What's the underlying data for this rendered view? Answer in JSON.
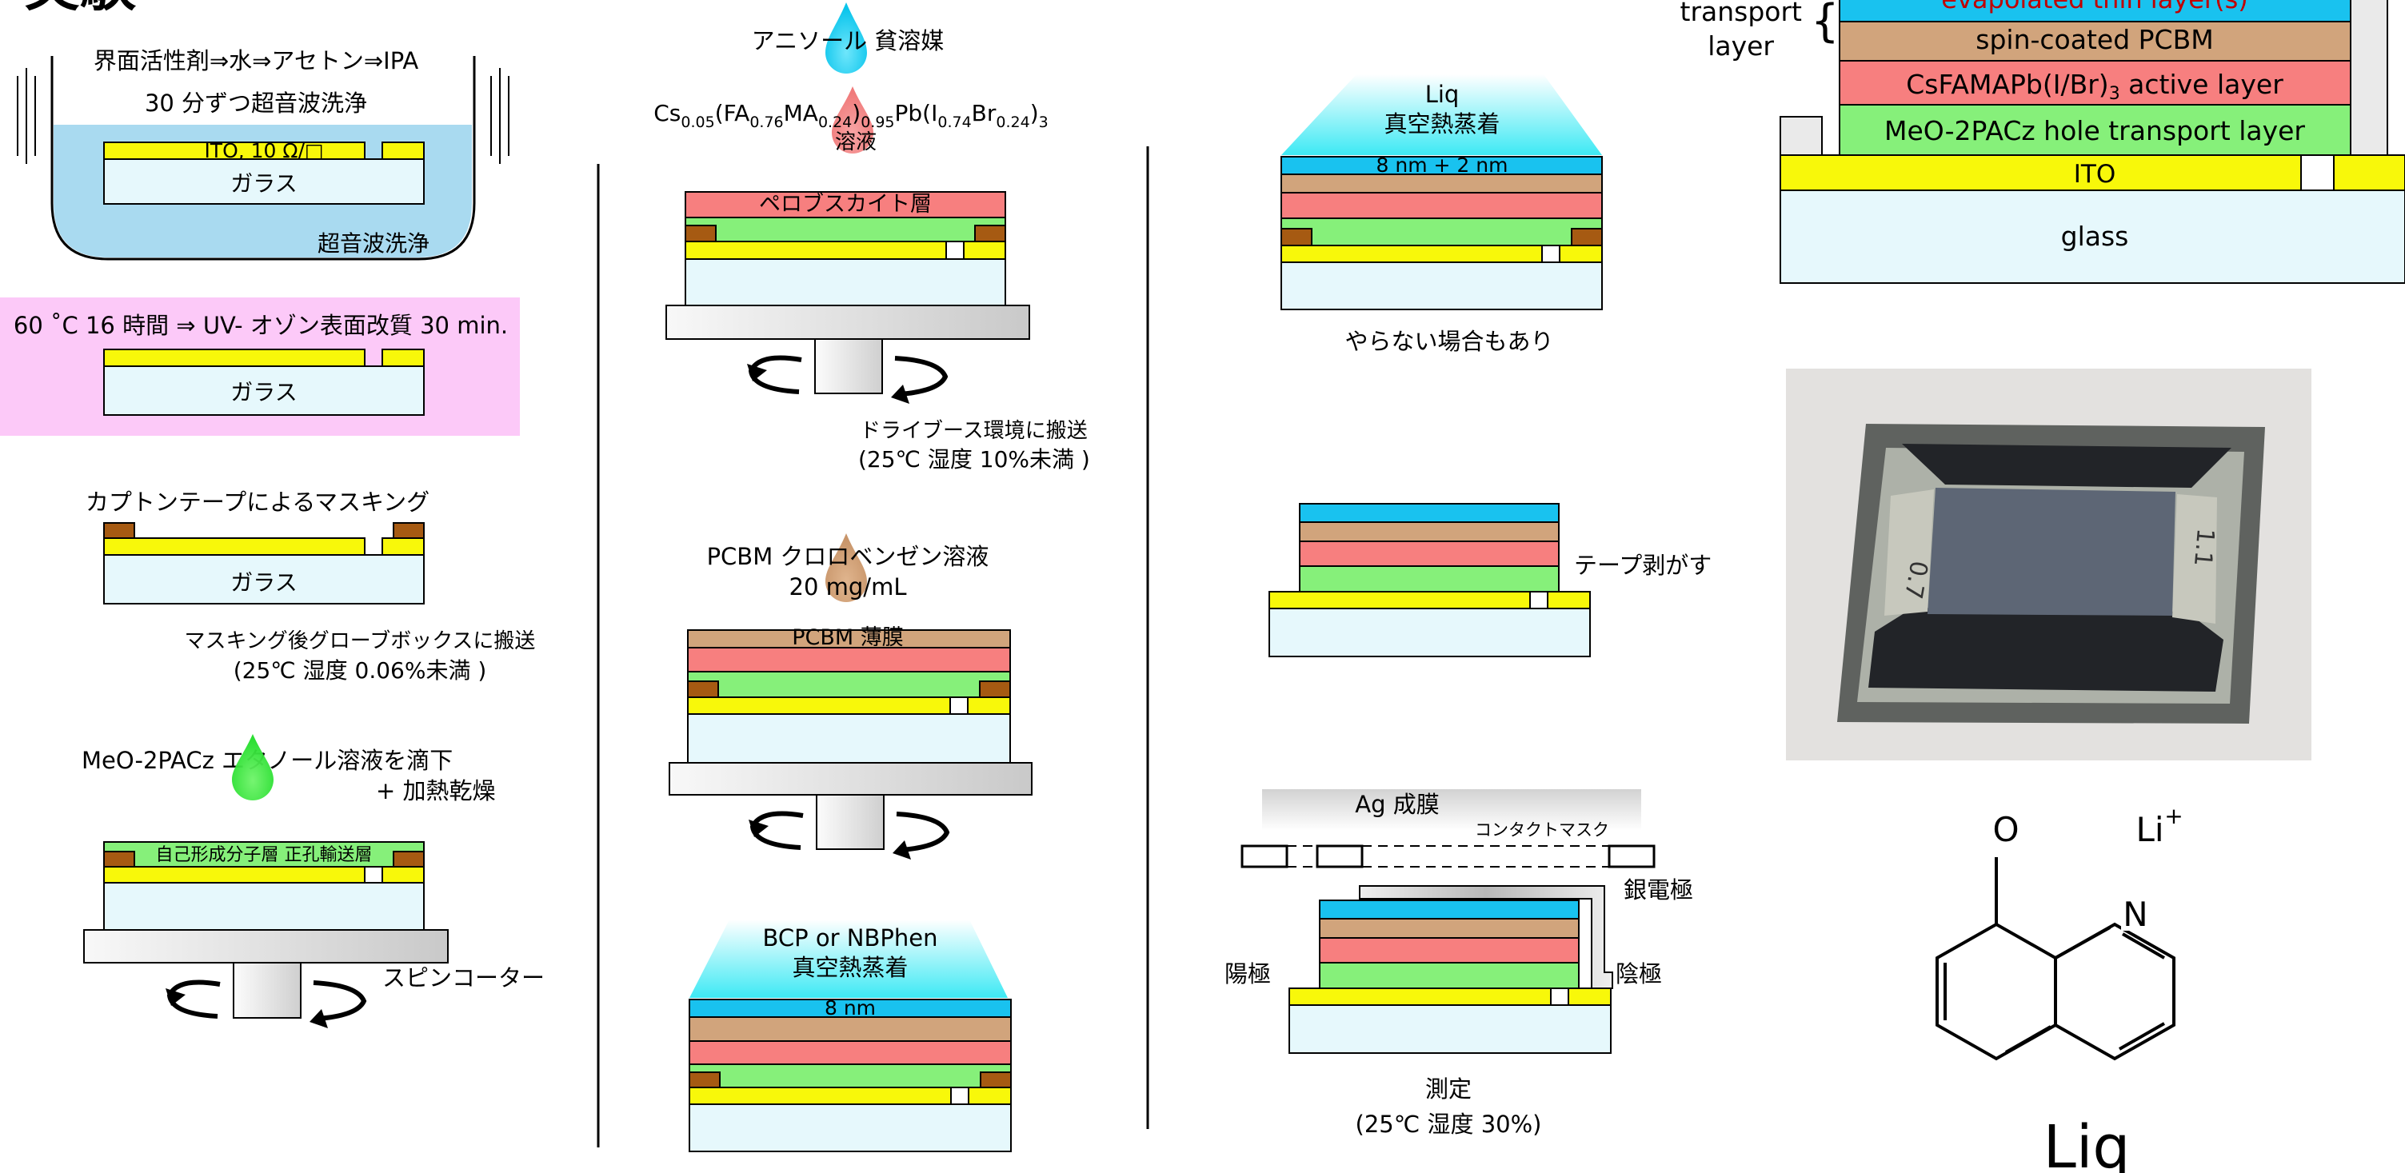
{
  "title_fragment": "実験",
  "col1": {
    "clean_text_1": "界面活性剤⇒水⇒アセトン⇒IPA",
    "clean_text_2": "30 分ずつ超音波洗浄",
    "ito_label": "ITO, 10 Ω/□",
    "glass_label": "ガラス",
    "ultrasonic_label": "超音波洗浄",
    "uv_text": "60 ˚C 16 時間 ⇒ UV- オゾン表面改質 30 min.",
    "masking_title": "カプトンテープによるマスキング",
    "masking_transfer_1": "マスキング後グローブボックスに搬送",
    "masking_transfer_2": "(25℃ 湿度 0.06%未満 )",
    "meo_text": "MeO-2PACz エタノール溶液を滴下",
    "heat_text": "+ 加熱乾燥",
    "sam_label": "自己形成分子層 正孔輸送層",
    "spin_coater": "スピンコーター"
  },
  "col2": {
    "anisole": "アニソール 貧溶媒",
    "perovskite_formula": "Cs0.05(FA0.76MA0.24)0.95Pb(I0.74Br0.24)3",
    "solution": "溶液",
    "perovskite_layer": "ペロブスカイト層",
    "dry_booth_1": "ドライブース環境に搬送",
    "dry_booth_2": "(25℃ 湿度 10%未満 )",
    "pcbm_solution": "PCBM クロロベンゼン溶液",
    "pcbm_conc": "20 mg/mL",
    "pcbm_film": "PCBM 薄膜",
    "bcp_1": "BCP or NBPhen",
    "bcp_2": "真空熱蒸着",
    "bcp_thickness": "8 nm"
  },
  "col3": {
    "liq_1": "Liq",
    "liq_2": "真空熱蒸着",
    "liq_thickness": "8 nm + 2 nm",
    "optional": "やらない場合もあり",
    "tape_peel": "テープ剥がす",
    "ag_film": "Ag 成膜",
    "contact_mask": "コンタクトマスク",
    "silver_electrode": "銀電極",
    "anode": "陽極",
    "cathode": "陰極",
    "measure_1": "測定",
    "measure_2": "(25℃ 湿度 30%)"
  },
  "stack": {
    "transport_1": "transport",
    "transport_2": "layer",
    "evaporated": "evapolated thin layer(s)",
    "pcbm": "spin-coated PCBM",
    "active": "CsFAMAPb(I/Br)3 active layer",
    "htl": "MeO-2PACz hole transport layer",
    "ito": "ITO",
    "glass": "glass"
  },
  "photo_labels": {
    "left": "0.7",
    "right": "1.1"
  },
  "molecule": {
    "oxygen": "O",
    "lithium": "Li",
    "charge": "+",
    "nitrogen": "N",
    "name": "Liq"
  },
  "colors": {
    "glass": "#e6f8fc",
    "ito": "#f8f80a",
    "kapton": "#a65a12",
    "sam": "#86f07a",
    "perovskite": "#f77f7f",
    "pcbm": "#d1a47c",
    "bcp": "#19c2ef",
    "bath": "#a9daf0",
    "uv_bg": "#fcc9f8",
    "red_title": "#e8000a"
  }
}
